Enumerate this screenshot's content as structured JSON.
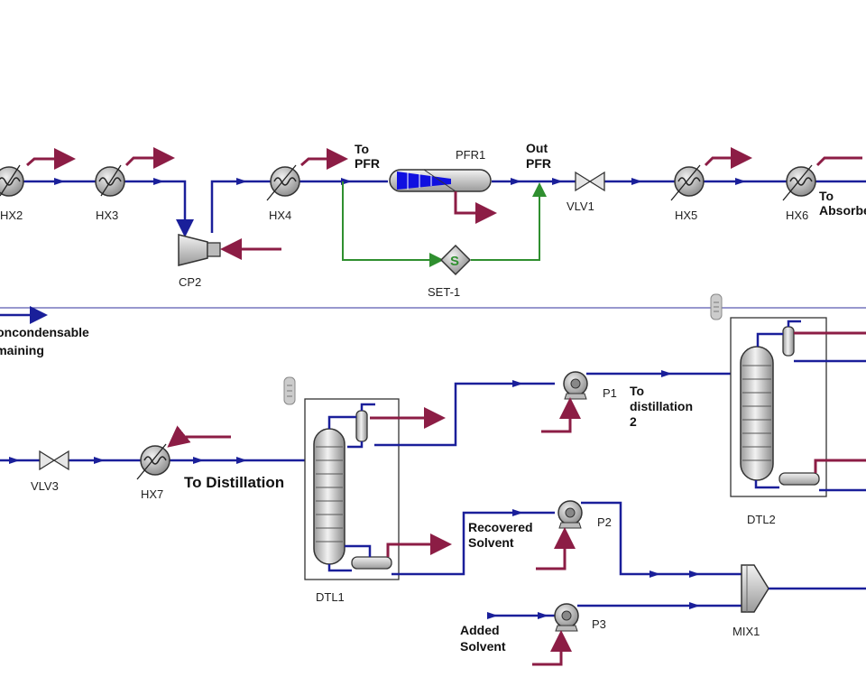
{
  "colors": {
    "material_stream": "#1a1f9a",
    "energy_stream": "#8c1d45",
    "logic_stream": "#2f8f2f",
    "unit_fill": "#c8c8c8",
    "reactor_fill": "#1010e0"
  },
  "units": {
    "hx2": "HX2",
    "hx3": "HX3",
    "hx4": "HX4",
    "cp2": "CP2",
    "pfr1": "PFR1",
    "set1": "SET-1",
    "set1_symbol": "S",
    "vlv1": "VLV1",
    "hx5": "HX5",
    "hx6": "HX6",
    "vlv3": "VLV3",
    "hx7": "HX7",
    "dtl1": "DTL1",
    "dtl2": "DTL2",
    "p1": "P1",
    "p2": "P2",
    "p3": "P3",
    "mix1": "MIX1"
  },
  "streams": {
    "to_pfr_1": "To",
    "to_pfr_2": "PFR",
    "out_pfr_1": "Out",
    "out_pfr_2": "PFR",
    "to_absorber_1": "To",
    "to_absorber_2": "Absorber",
    "noncondensable_1": "Noncondensable",
    "noncondensable_2": "remaining",
    "to_distillation": "To Distillation",
    "to_distillation2_1": "To",
    "to_distillation2_2": "distillation",
    "to_distillation2_3": "2",
    "recovered_solvent_1": "Recovered",
    "recovered_solvent_2": "Solvent",
    "added_solvent_1": "Added",
    "added_solvent_2": "Solvent"
  }
}
